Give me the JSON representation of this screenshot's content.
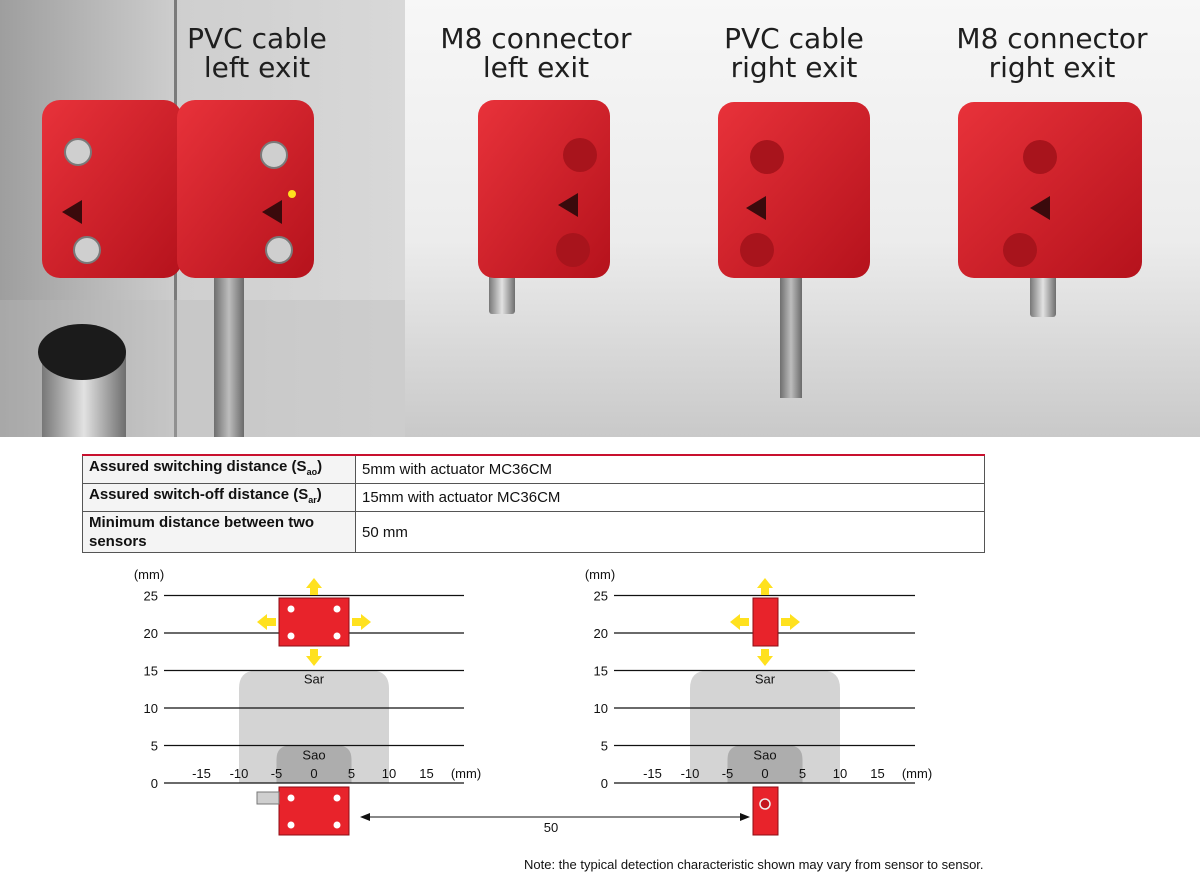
{
  "photo": {
    "labels": [
      {
        "line1": "PVC cable",
        "line2": "left exit"
      },
      {
        "line1": "M8 connector",
        "line2": "left exit"
      },
      {
        "line1": "PVC cable",
        "line2": "right exit"
      },
      {
        "line1": "M8 connector",
        "line2": "right exit"
      }
    ]
  },
  "spec_table": {
    "rows": [
      {
        "label": "Assured switching distance (S",
        "sub": "ao",
        "label_end": ")",
        "value": "5mm with actuator MC36CM"
      },
      {
        "label": "Assured switch-off distance (S",
        "sub": "ar",
        "label_end": ")",
        "value": "15mm with actuator MC36CM"
      },
      {
        "label": "Minimum distance between two sensors",
        "sub": "",
        "label_end": "",
        "value": "50 mm"
      }
    ]
  },
  "diagram": {
    "y_unit": "(mm)",
    "x_unit": "(mm)",
    "y_ticks": [
      0,
      5,
      10,
      15,
      20,
      25
    ],
    "x_ticks": [
      -15,
      -10,
      -5,
      0,
      5,
      10,
      15
    ],
    "sar_label": "Sar",
    "sao_label": "Sao",
    "sar_range": {
      "x": [
        -10,
        10
      ],
      "y": [
        0,
        15
      ]
    },
    "sao_range": {
      "x": [
        -5,
        5
      ],
      "y": [
        0,
        5
      ]
    },
    "separation_label": "50",
    "colors": {
      "sensor": "#e8232b",
      "sar": "#d4d4d4",
      "sao": "#adadad",
      "arrow": "#ffe11e"
    }
  },
  "note": "Note: the typical detection characteristic shown may vary from sensor to sensor."
}
